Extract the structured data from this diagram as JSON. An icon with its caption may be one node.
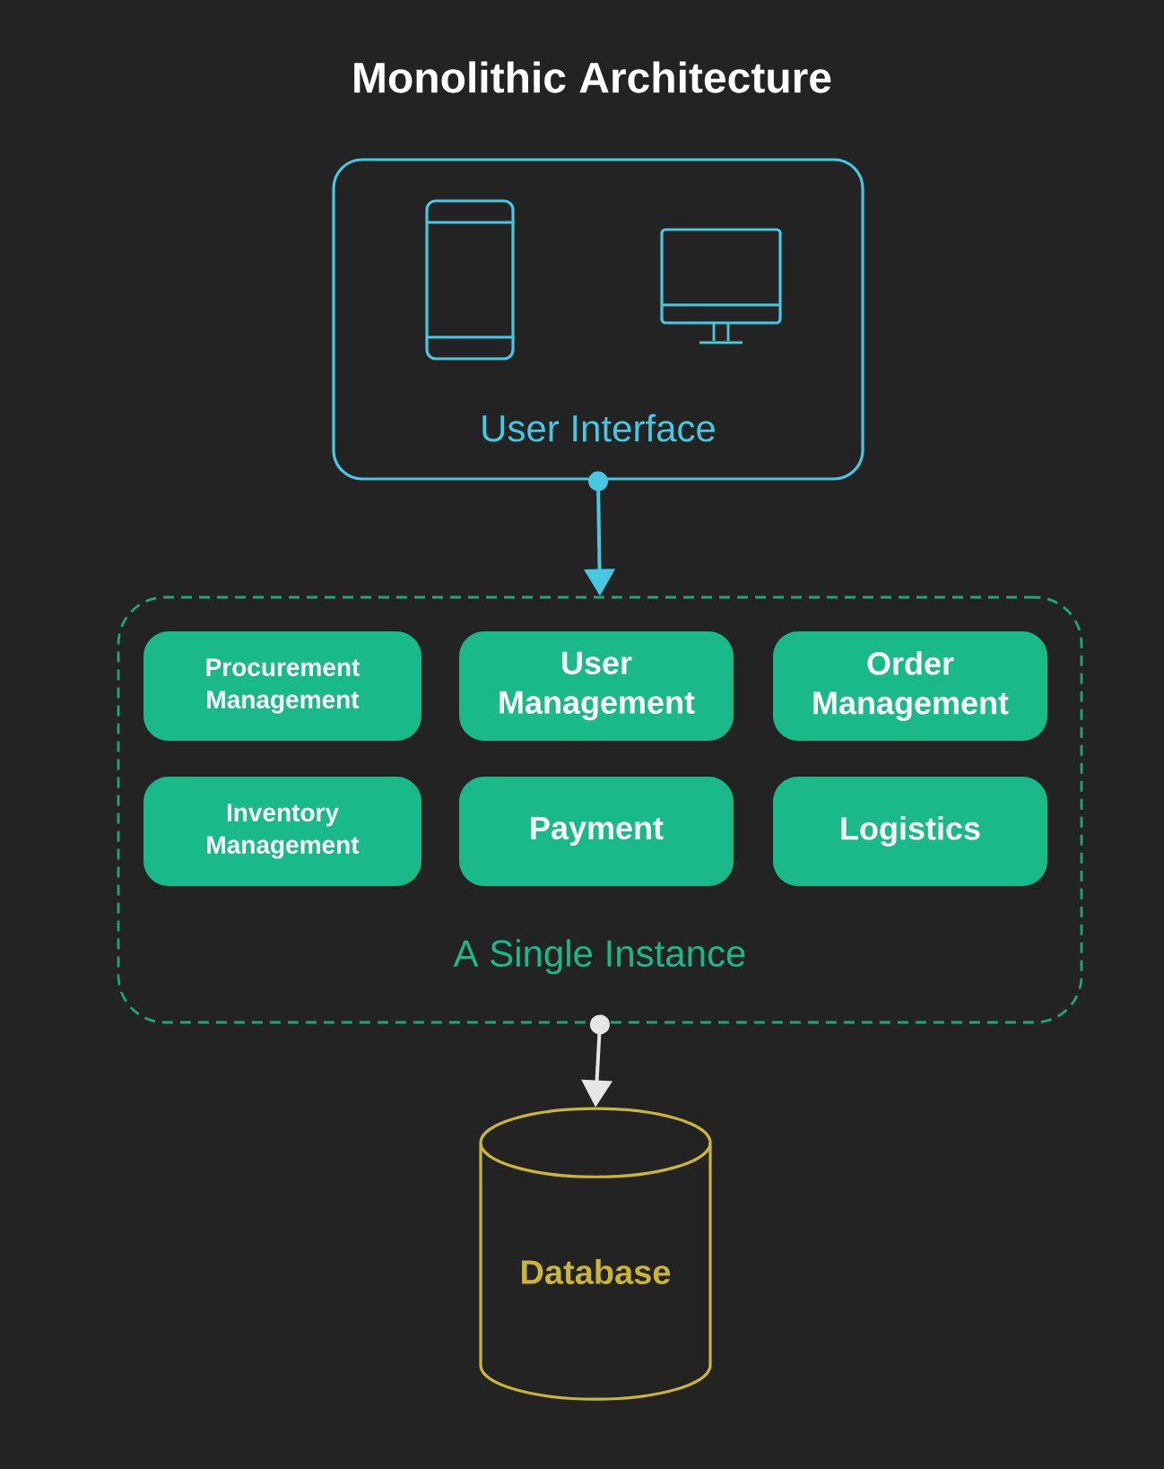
{
  "diagram": {
    "title": "Monolithic Architecture",
    "nodes": [
      {
        "text": [
          "User Interface"
        ]
      },
      {
        "text": [
          "A Single Instance"
        ]
      },
      {
        "text": [
          "Procurement Management"
        ],
        "in": 1
      },
      {
        "text": [
          "User Management"
        ],
        "in": 1
      },
      {
        "text": [
          "Order Management"
        ],
        "in": 1
      },
      {
        "text": [
          "Inventory Management"
        ],
        "in": 1
      },
      {
        "text": [
          "Payment"
        ],
        "in": 1
      },
      {
        "text": [
          "Logistics"
        ],
        "in": 1
      },
      {
        "text": [
          "Database"
        ]
      }
    ],
    "edges": [
      {
        "from": 0,
        "to": 1,
        "arrow": "to",
        "color": "#45c8e0"
      },
      {
        "from": 1,
        "to": 8,
        "arrow": "to",
        "color": "#e6e6e6"
      }
    ]
  }
}
